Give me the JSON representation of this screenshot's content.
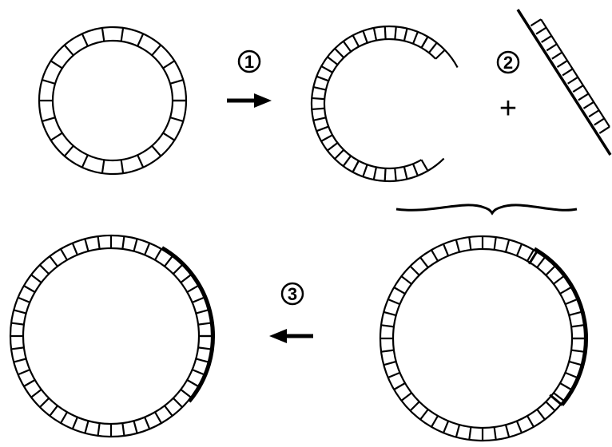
{
  "steps": [
    {
      "label": "1"
    },
    {
      "label": "2"
    },
    {
      "label": "3"
    }
  ],
  "plus_symbol": "+",
  "colors": {
    "ink": "#000000",
    "background": "#ffffff"
  }
}
